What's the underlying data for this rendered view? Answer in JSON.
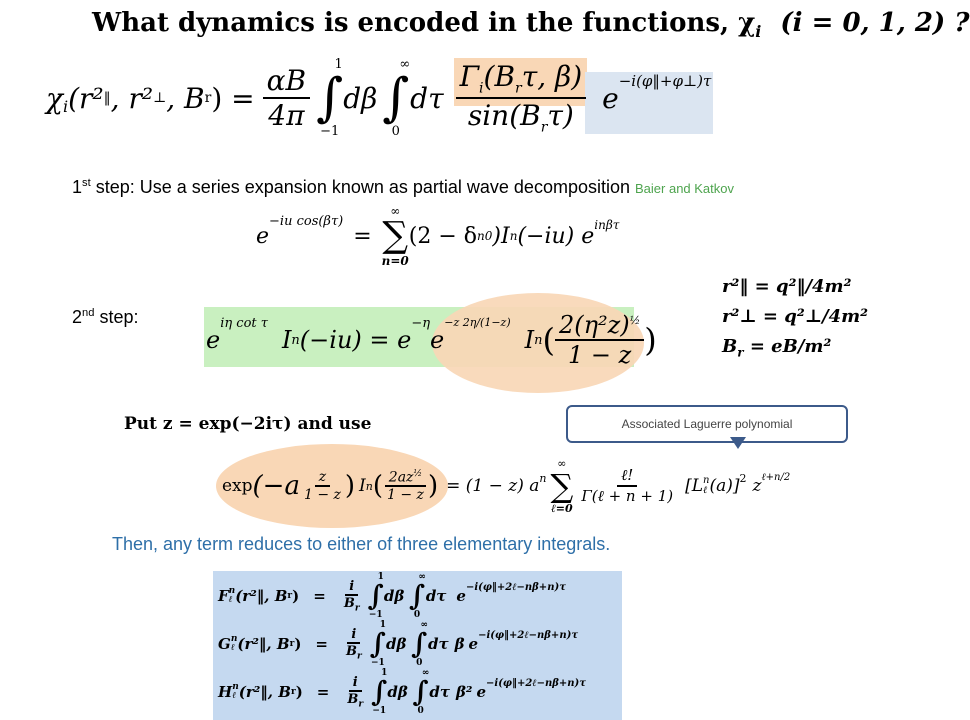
{
  "title": "What dynamics is encoded in the functions, χ",
  "title_index": "i",
  "title_tail": "(i = 0, 1, 2) ?",
  "eq_chi": {
    "lhs": "χ",
    "lhs_sub": "i",
    "lhs_args": "(r²",
    "args_rest": ", r²",
    "args_rest2": ", B",
    "args_end": ") =",
    "prefactor_num": "αB",
    "prefactor_den": "4π",
    "int1_upper": "1",
    "int1_lower": "−1",
    "dbeta": "dβ",
    "int2_upper": "∞",
    "int2_lower": "0",
    "dtau": "dτ",
    "gamma_num": "Γ",
    "gamma_args": "(B",
    "gamma_args2": "τ, β)",
    "sin_den": "sin(B",
    "sin_den2": "τ)",
    "exp_base": "e",
    "exp_power": "−i(φ‖+φ⊥)τ"
  },
  "step1": {
    "num": "1",
    "sup": "st",
    "text": " step: Use a series expansion known as partial wave decomposition ",
    "ref": "Baier and Katkov",
    "eq_lhs": "e",
    "eq_lhs_pow": "−iu cos(βτ)",
    "eq_eq": "=",
    "sum_top": "∞",
    "sum_bot": "n=0",
    "eq_rhs": "(2 − δ",
    "eq_rhs_sub": "n0",
    "eq_rhs2": ")I",
    "eq_rhs2_sub": "n",
    "eq_rhs3": "(−iu) e",
    "eq_rhs3_pow": "inβτ"
  },
  "defs": {
    "d1": "r²‖ = q²‖/4m²",
    "d2": "r²⊥ = q²⊥/4m²",
    "d3": "B",
    "d3_sub": "r",
    "d3_rest": " = eB/m²"
  },
  "step2": {
    "num": "2",
    "sup": "nd",
    "text": " step:",
    "e1": "e",
    "e1_pow": "iη cot τ",
    "In": "I",
    "In_sub": "n",
    "In_arg": "(−iu) = e",
    "In_arg_pow": "−η",
    "e2": "e",
    "e2_pow": "−z 2η/(1−z)",
    "In2": "I",
    "In2_sub": "n",
    "frac_num": "2(η²z)",
    "frac_num_pow": "½",
    "frac_den": "1 − z",
    "open": "(",
    "close": ")"
  },
  "put": {
    "text": "Put z = exp(−2iτ) and use"
  },
  "callout": {
    "text": "Associated Laguerre polynomial"
  },
  "laguerre": {
    "exp_word": "exp",
    "exp_arg_a": "(−a",
    "exp_frac_num": "z",
    "exp_frac_den": "1 − z",
    "exp_close": ")",
    "In": "I",
    "In_sub": "n",
    "arg_num": "2az",
    "arg_num_pow": "½",
    "arg_den": "1 − z",
    "rhs": "= (1 − z) a",
    "rhs_pow": "n",
    "sum_top": "∞",
    "sum_bot": "ℓ=0",
    "frac_num": "ℓ!",
    "frac_den": "Γ(ℓ + n + 1)",
    "L": "[L",
    "L_sup": "n",
    "L_sub": "ℓ",
    "L_arg": "(a)]",
    "L_arg_pow": "2",
    "z": "z",
    "z_pow": "ℓ+n/2"
  },
  "then_text": "Then, any term reduces to either of  three elementary integrals.",
  "integrals": [
    {
      "func": "F",
      "sup": "n",
      "sub": "ℓ",
      "args": "(r²‖, B",
      "args_sub": "r",
      "args_end": ")",
      "eq": "=",
      "pref_num": "i",
      "pref_den": "B",
      "pref_den_sub": "r",
      "lo": "−1",
      "hi": "1",
      "d1": "dβ",
      "lo2": "0",
      "hi2": "∞",
      "d2": "dτ",
      "beta": "",
      "e": "e",
      "pow": "−i(φ‖+2ℓ−nβ+n)τ"
    },
    {
      "func": "G",
      "sup": "n",
      "sub": "ℓ",
      "args": "(r²‖, B",
      "args_sub": "r",
      "args_end": ")",
      "eq": "=",
      "pref_num": "i",
      "pref_den": "B",
      "pref_den_sub": "r",
      "lo": "−1",
      "hi": "1",
      "d1": "dβ",
      "lo2": "0",
      "hi2": "∞",
      "d2": "dτ",
      "beta": "β",
      "e": "e",
      "pow": "−i(φ‖+2ℓ−nβ+n)τ"
    },
    {
      "func": "H",
      "sup": "n",
      "sub": "ℓ",
      "args": "(r²‖, B",
      "args_sub": "r",
      "args_end": ")",
      "eq": "=",
      "pref_num": "i",
      "pref_den": "B",
      "pref_den_sub": "r",
      "lo": "−1",
      "hi": "1",
      "d1": "dβ",
      "lo2": "0",
      "hi2": "∞",
      "d2": "dτ",
      "beta": "β²",
      "e": "e",
      "pow": "−i(φ‖+2ℓ−nβ+n)τ"
    }
  ],
  "colors": {
    "ref_green": "#4ea44e",
    "blue_text": "#2e6fa8",
    "orange_hl": "#f9d7b6",
    "blue_hl": "#dbe5f1",
    "green_hl": "#c9f0c0",
    "box_blue": "#c5d9f0"
  }
}
